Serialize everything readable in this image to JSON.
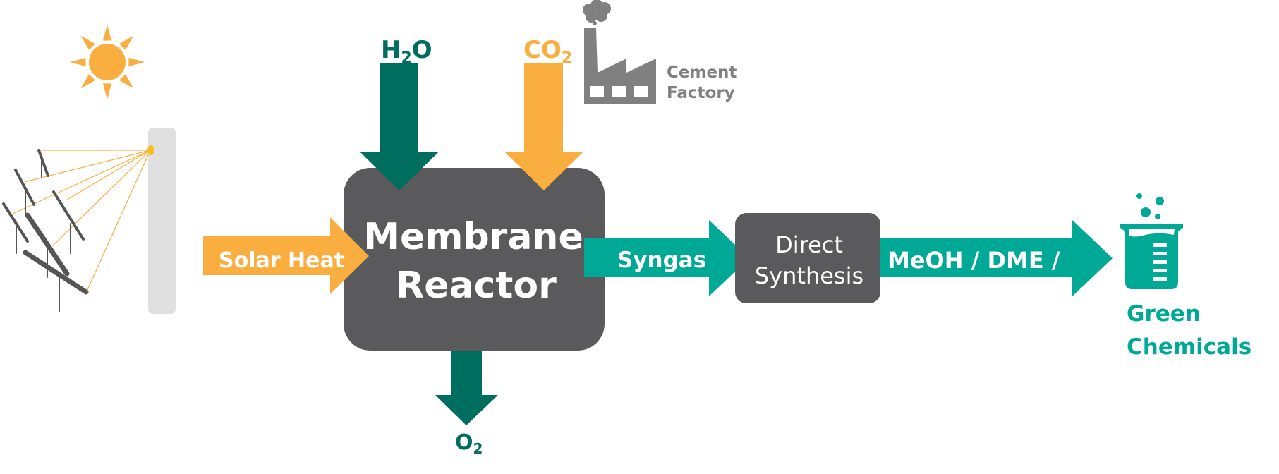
{
  "colors": {
    "dark_teal": "#006E5F",
    "teal": "#00A896",
    "orange": "#FBAE40",
    "reactor_gray": "#5A5A5C",
    "factory_gray": "#808080",
    "tower_gray": "#E0E0E0",
    "receiver_yellow": "#FBBD24",
    "heliostat_gray": "#555555",
    "text_white": "#FFFFFF"
  },
  "inputs": {
    "water": {
      "main": "H",
      "sub": "2",
      "tail": "O"
    },
    "co2": {
      "main": "CO",
      "sub": "2"
    },
    "source_label_line1": "Cement",
    "source_label_line2": "Factory"
  },
  "flows": {
    "solar_heat": "Solar Heat",
    "syngas": "Syngas",
    "products": "MeOH / DME /"
  },
  "reactor": {
    "line1": "Membrane",
    "line2": "Reactor"
  },
  "synthesis": {
    "line1": "Direct",
    "line2": "Synthesis"
  },
  "output": {
    "main": "O",
    "sub": "2"
  },
  "final": {
    "line1": "Green",
    "line2": "Chemicals"
  }
}
